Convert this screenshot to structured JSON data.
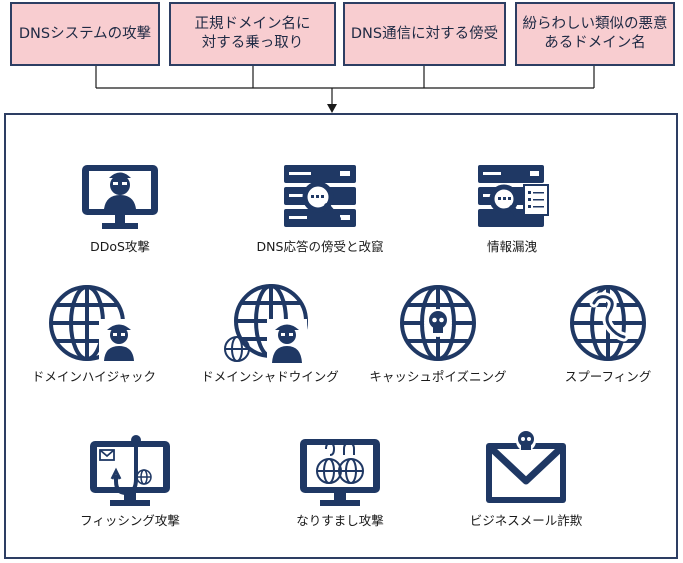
{
  "colors": {
    "icon": "#1f3864",
    "box_fill": "#f8cdd0",
    "box_border": "#2d3e63",
    "skull": "#d9d9d9"
  },
  "categories": [
    "DNSシステムの攻撃",
    "正規ドメイン名に\n対する乗っ取り",
    "DNS通信に対する傍受",
    "紛らわしい類似の悪意\nあるドメイン名"
  ],
  "attacks": [
    {
      "label": "DDoS攻撃",
      "icon": "monitor-hacker-icon"
    },
    {
      "label": "DNS応答の傍受と改竄",
      "icon": "server-magnifier-icon"
    },
    {
      "label": "情報漏洩",
      "icon": "server-document-magnifier-icon"
    },
    {
      "label": "ドメインハイジャック",
      "icon": "globe-hacker-icon"
    },
    {
      "label": "ドメインシャドウイング",
      "icon": "globe-shadow-hacker-icon"
    },
    {
      "label": "キャッシュポイズニング",
      "icon": "globe-skull-icon"
    },
    {
      "label": "スプーフィング",
      "icon": "globe-question-icon"
    },
    {
      "label": "フィッシング攻撃",
      "icon": "monitor-fishhook-icon"
    },
    {
      "label": "なりすまし攻撃",
      "icon": "monitor-masked-globes-icon"
    },
    {
      "label": "ビジネスメール詐欺",
      "icon": "envelope-skull-icon"
    }
  ]
}
